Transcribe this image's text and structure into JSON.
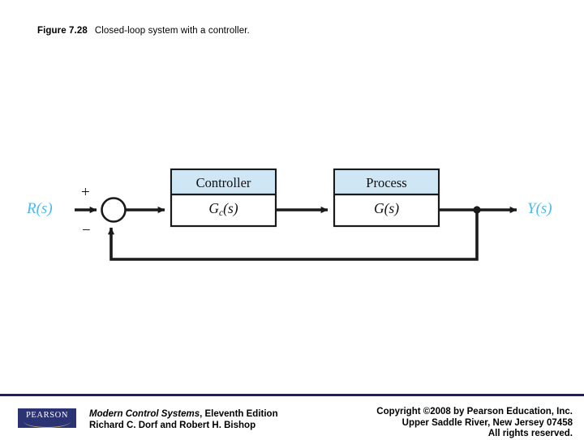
{
  "caption": {
    "figure_number": "Figure 7.28",
    "figure_title": "Closed-loop system with a controller."
  },
  "diagram": {
    "type": "block-diagram",
    "description": "Closed-loop unity feedback block diagram",
    "input_label": "R(s)",
    "output_label": "Y(s)",
    "summing_junction": {
      "plus_sign": "+",
      "minus_sign": "−"
    },
    "blocks": [
      {
        "name": "controller",
        "header": "Controller",
        "body_main": "G",
        "body_sub": "c",
        "body_tail": "(s)",
        "header_fill": "#cfe6f5",
        "body_fill": "#ffffff",
        "border": "#1a1a1a"
      },
      {
        "name": "process",
        "header": "Process",
        "body_main": "G",
        "body_sub": "",
        "body_tail": "(s)",
        "header_fill": "#cfe6f5",
        "body_fill": "#ffffff",
        "border": "#1a1a1a"
      }
    ],
    "colors": {
      "signal_label": "#4cb9e8",
      "line": "#1a1a1a",
      "block_header": "#cfe6f5"
    }
  },
  "footer": {
    "logo_text": "PEARSON",
    "book_title": "Modern Control Systems",
    "book_edition": ", Eleventh Edition",
    "authors": "Richard C. Dorf and Robert H. Bishop",
    "copyright_line1": "Copyright ©2008 by Pearson Education, Inc.",
    "copyright_line2": "Upper Saddle River, New Jersey 07458",
    "copyright_line3": "All rights reserved."
  }
}
